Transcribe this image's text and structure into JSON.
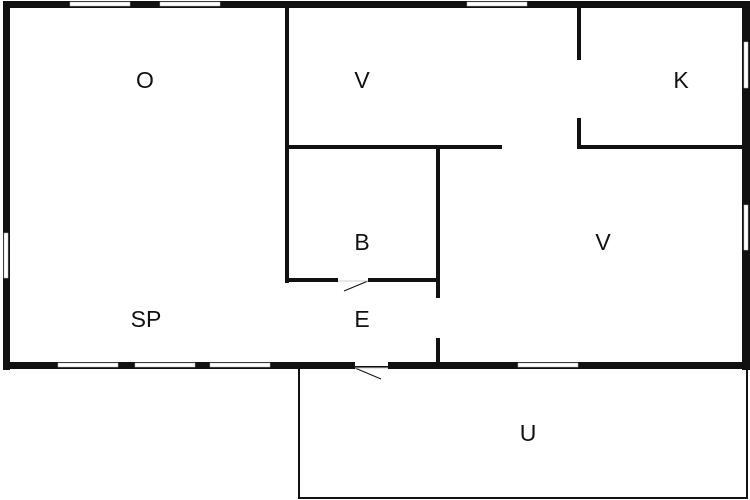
{
  "rooms": {
    "o": "O",
    "v_top": "V",
    "k": "K",
    "b": "B",
    "v_right": "V",
    "sp": "SP",
    "e": "E",
    "u": "U"
  },
  "colors": {
    "wall": "#111111",
    "window": "#ffffff",
    "background": "#ffffff"
  }
}
